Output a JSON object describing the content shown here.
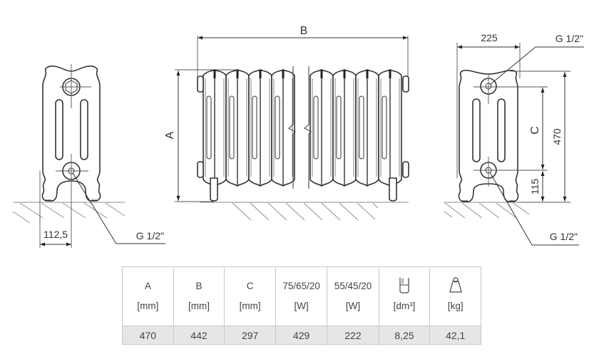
{
  "drawing": {
    "side_view": {
      "width_dim": "112,5",
      "connection_label": "G 1/2\""
    },
    "front_view": {
      "width_dim_label": "B",
      "height_dim_label": "A"
    },
    "end_view": {
      "depth_dim": "225",
      "top_connection_label": "G 1/2\"",
      "bottom_connection_label": "G 1/2\"",
      "center_dim_label": "C",
      "height_dim": "470",
      "bottom_dim": "115"
    }
  },
  "table": {
    "columns": [
      {
        "label": "A",
        "unit": "[mm]",
        "value": "470"
      },
      {
        "label": "B",
        "unit": "[mm]",
        "value": "442"
      },
      {
        "label": "C",
        "unit": "[mm]",
        "value": "297"
      },
      {
        "label": "75/65/20",
        "unit": "[W]",
        "value": "429"
      },
      {
        "label": "55/45/20",
        "unit": "[W]",
        "value": "222"
      },
      {
        "icon": "water-volume-icon",
        "unit": "[dm³]",
        "value": "8,25"
      },
      {
        "icon": "weight-icon",
        "unit": "[kg]",
        "value": "42,1"
      }
    ]
  },
  "colors": {
    "line": "#333333",
    "table_border": "#c8c8c8",
    "value_row_bg": "#e6e6e6"
  }
}
